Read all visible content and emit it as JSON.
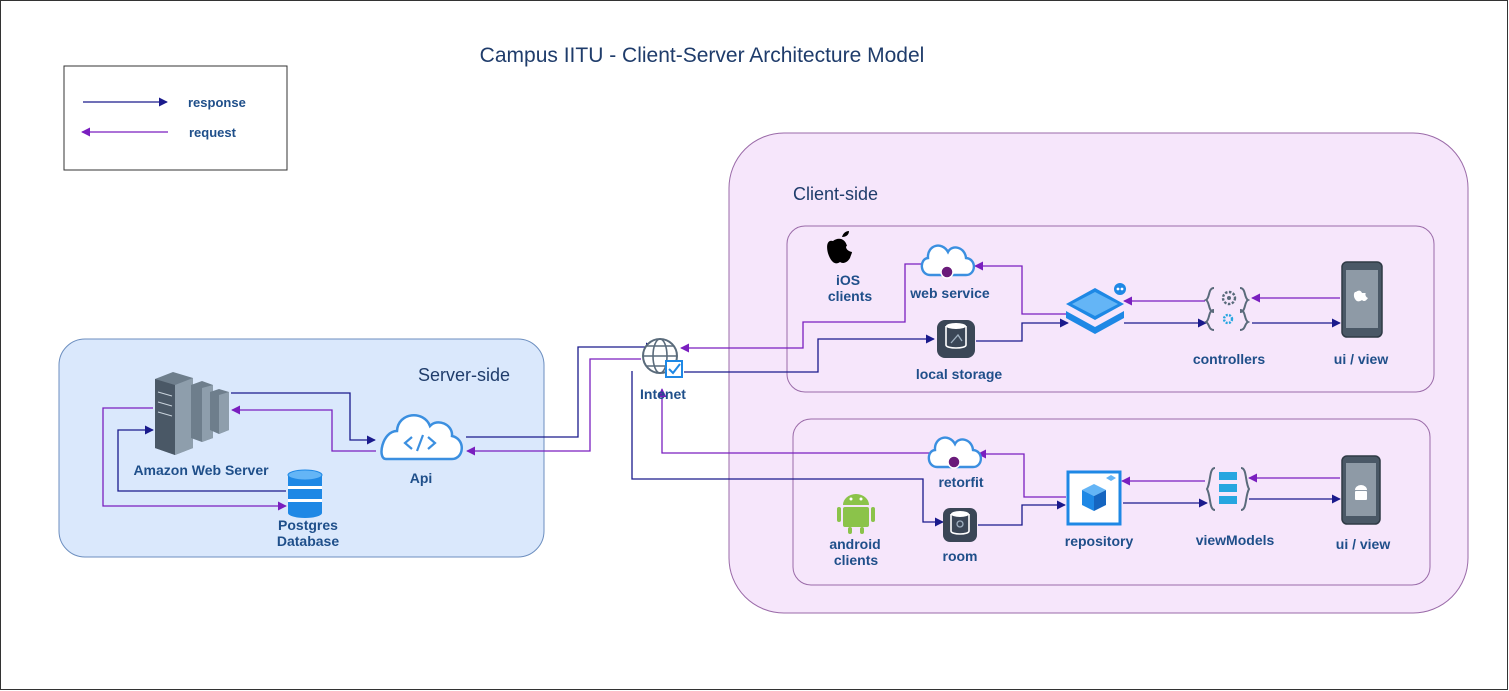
{
  "title": "Campus IITU - Client-Server Architecture Model",
  "legend": {
    "response": "response",
    "request": "request"
  },
  "regions": {
    "server": "Server-side",
    "client": "Client-side"
  },
  "nodes": {
    "aws": "Amazon Web Server",
    "postgres_line1": "Postgres",
    "postgres_line2": "Database",
    "api": "Api",
    "internet": "Intenet",
    "ios_line1": "iOS",
    "ios_line2": "clients",
    "web_service": "web service",
    "local_storage": "local storage",
    "controllers": "controllers",
    "ios_ui": "ui / view",
    "android_line1": "android",
    "android_line2": "clients",
    "retrofit": "retorfit",
    "room": "room",
    "repository": "repository",
    "viewmodels": "viewModels",
    "android_ui": "ui / view"
  },
  "colors": {
    "response": "#1a1a8c",
    "request": "#7a1fbf",
    "server_fill": "#dae8fc",
    "client_fill": "#f6e6fb",
    "icon_blue": "#3b8fe0"
  },
  "icons": [
    "server-rack-icon",
    "database-icon",
    "cloud-code-icon",
    "globe-check-icon",
    "apple-icon",
    "android-icon",
    "cloud-service-icon",
    "layers-icon",
    "gear-braces-icon",
    "list-braces-icon",
    "phone-icon"
  ]
}
